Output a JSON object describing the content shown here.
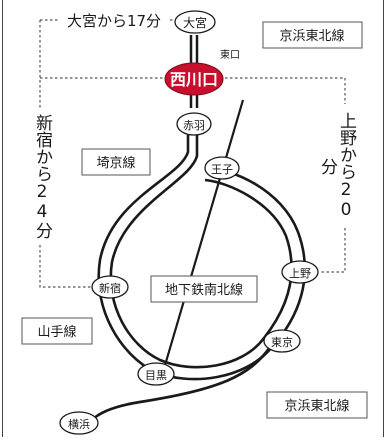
{
  "stations": {
    "omiya": "大宮",
    "nishikawaguchi": "西川口",
    "akabane": "赤羽",
    "oji": "王子",
    "shinjuku": "新宿",
    "ueno": "上野",
    "tokyo": "東京",
    "meguro": "目黒",
    "yokohama": "横浜"
  },
  "exit_label": "東口",
  "lines": {
    "keihin_tohoku_top": "京浜東北線",
    "keihin_tohoku_bottom": "京浜東北線",
    "saikyo": "埼京線",
    "yamanote": "山手線",
    "namboku": "地下鉄南北線"
  },
  "times": {
    "from_omiya": "大宮から17分",
    "from_shinjuku": "新宿から24分",
    "from_ueno": "上野から20分"
  },
  "colors": {
    "home_station_fill": "#c8102e",
    "home_station_text": "#ffffff",
    "line": "#1a1a1a",
    "dotted_route": "#555555"
  }
}
